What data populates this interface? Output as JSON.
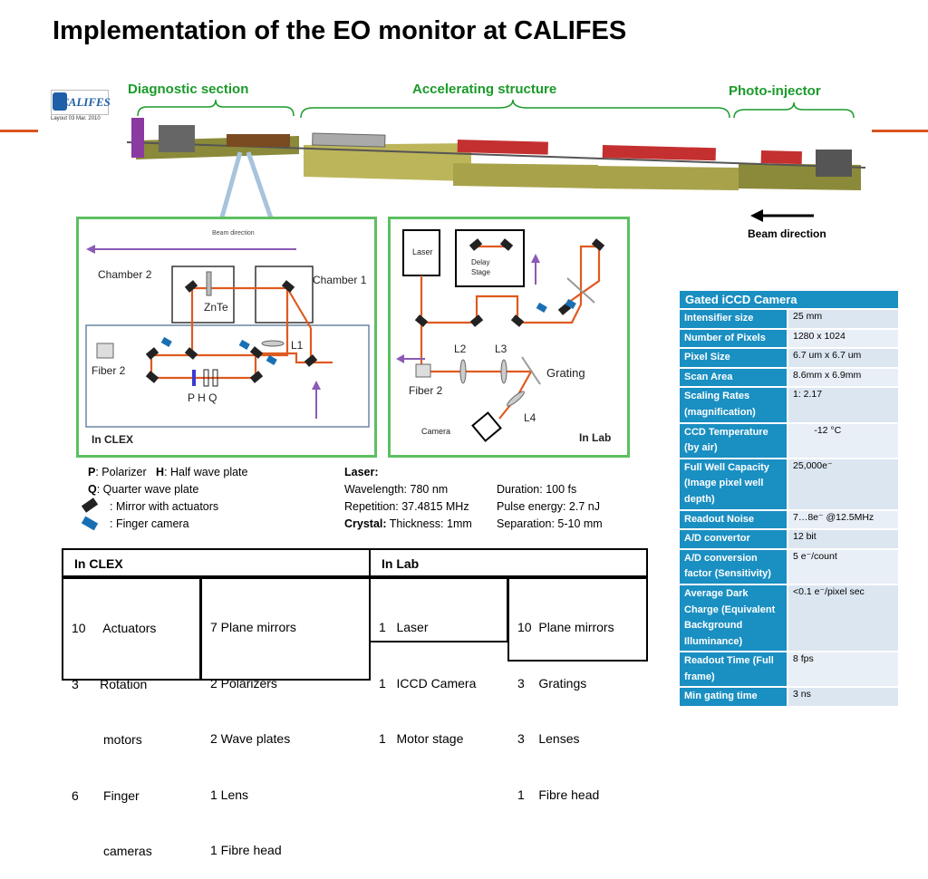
{
  "title": "Implementation of the EO monitor at CALIFES",
  "logo": {
    "text": "CALIFES",
    "subtext": "Layout 03 Mar. 2010"
  },
  "sections": {
    "diagnostic": "Diagnostic section",
    "accelerating": "Accelerating structure",
    "photoinjector": "Photo-injector"
  },
  "beam_direction": "Beam direction",
  "clex_panel": {
    "beam_direction": "Beam direction",
    "chamber2": "Chamber 2",
    "chamber1": "Chamber 1",
    "znte": "ZnTe",
    "l1": "L1",
    "fiber2": "Fiber 2",
    "phq": "P H Q",
    "footer": "In CLEX"
  },
  "lab_panel": {
    "laser": "Laser",
    "delay_stage": "Delay Stage",
    "l2": "L2",
    "l3": "L3",
    "l4": "L4",
    "grating": "Grating",
    "fiber2": "Fiber 2",
    "camera": "Camera",
    "footer": "In Lab"
  },
  "legend": {
    "p_key": "P",
    "p_text": ": Polarizer",
    "h_key": "H",
    "h_text": ": Half wave plate",
    "q_key": "Q",
    "q_text": ": Quarter wave plate",
    "mirror": ": Mirror with actuators",
    "finger": ": Finger camera"
  },
  "laser_info": {
    "heading": "Laser:",
    "wavelength": "Wavelength: 780 nm",
    "duration": "Duration: 100 fs",
    "repetition": "Repetition: 37.4815 MHz",
    "pulse": "Pulse energy: 2.7 nJ",
    "crystal_key": "Crystal:",
    "thickness": " Thickness: 1mm",
    "separation": "Separation: 5-10 mm"
  },
  "inventory": {
    "clex_header": "In CLEX",
    "clex_left": [
      "10     Actuators",
      "3      Rotation",
      "         motors",
      "6       Finger",
      "         cameras"
    ],
    "clex_right": [
      "7 Plane mirrors",
      "2 Polarizers",
      "2 Wave plates",
      "1 Lens",
      "1 Fibre head"
    ],
    "lab_header": "In Lab",
    "lab_left": [
      "1   Laser",
      "1   ICCD Camera",
      "1   Motor stage"
    ],
    "lab_right": [
      "10  Plane mirrors",
      "3    Gratings",
      "3    Lenses",
      "1    Fibre head"
    ]
  },
  "camera_table": {
    "header": "Gated iCCD Camera",
    "rows": [
      {
        "k": "Intensifier size",
        "v": "25 mm"
      },
      {
        "k": "Number of Pixels",
        "v": "1280 x 1024"
      },
      {
        "k": "Pixel Size",
        "v": "6.7 um x 6.7 um"
      },
      {
        "k": "Scan Area",
        "v": "8.6mm x 6.9mm"
      },
      {
        "k": "Scaling Rates (magnification)",
        "v": "1: 2.17"
      },
      {
        "k": "CCD Temperature (by air)",
        "v": "        -12 °C"
      },
      {
        "k": "Full Well Capacity (Image pixel well depth)",
        "v": "25,000e⁻"
      },
      {
        "k": "Readout Noise",
        "v": "7…8e⁻ @12.5MHz"
      },
      {
        "k": "A/D convertor",
        "v": "12 bit"
      },
      {
        "k": "A/D conversion factor (Sensitivity)",
        "v": "5 e⁻/count"
      },
      {
        "k": "Average Dark Charge (Equivalent Background Illuminance)",
        "v": "<0.1 e⁻/pixel sec"
      },
      {
        "k": "Readout Time (Full frame)",
        "v": "8 fps"
      },
      {
        "k": "Min gating time",
        "v": "3 ns"
      }
    ]
  }
}
